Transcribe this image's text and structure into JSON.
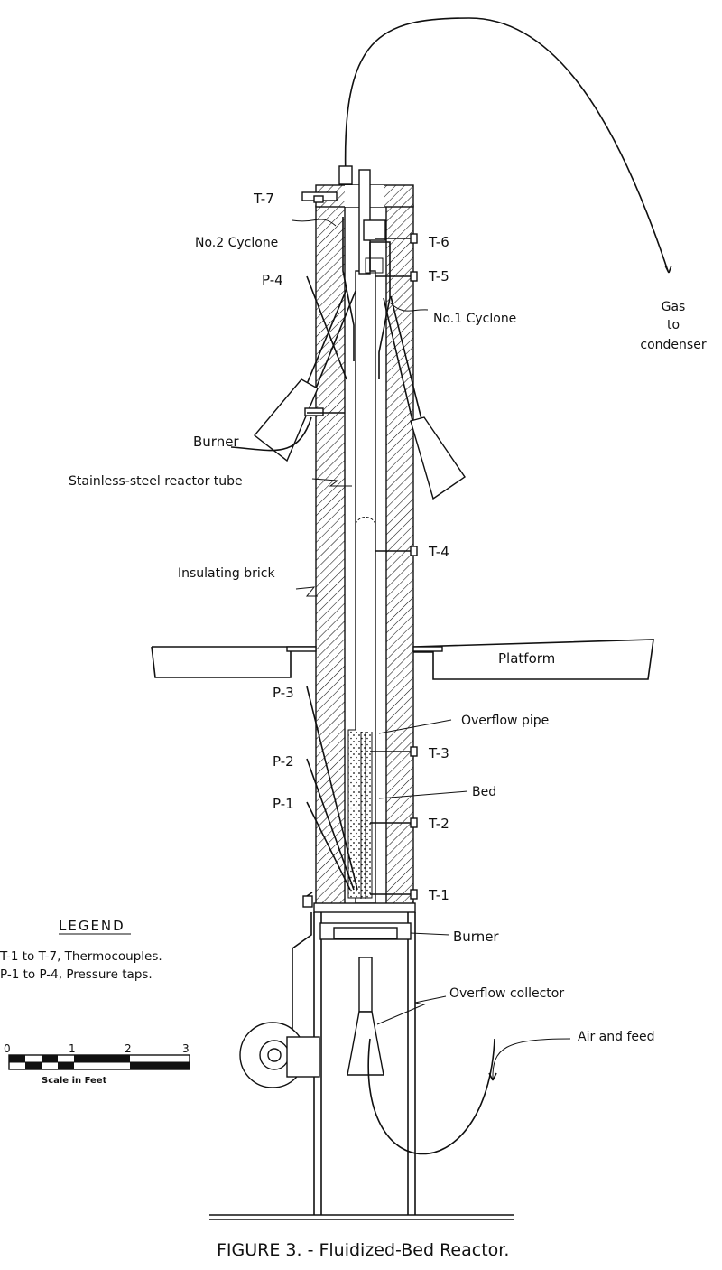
{
  "figure": {
    "caption": "FIGURE 3. - Fluidized-Bed Reactor."
  },
  "labels": {
    "t7": "T-7",
    "no2_cyclone": "No.2 Cyclone",
    "t6": "T-6",
    "t5": "T-5",
    "p4": "P-4",
    "no1_cyclone": "No.1 Cyclone",
    "gas_line1": "Gas",
    "gas_line2": "to",
    "gas_line3": "condenser",
    "burner_top": "Burner",
    "reactor_tube": "Stainless-steel reactor tube",
    "t4": "T-4",
    "insulating_brick": "Insulating brick",
    "platform": "Platform",
    "p3": "P-3",
    "overflow_pipe": "Overflow pipe",
    "p2": "P-2",
    "t3": "T-3",
    "bed": "Bed",
    "p1": "P-1",
    "t2": "T-2",
    "t1": "T-1",
    "burner_bottom": "Burner",
    "overflow_collector": "Overflow collector",
    "air_feed": "Air and feed"
  },
  "legend": {
    "title": "LEGEND",
    "line1": "T-1 to T-7, Thermocouples.",
    "line2": "P-1 to P-4, Pressure taps."
  },
  "scale": {
    "ticks": [
      "0",
      "1",
      "2",
      "3"
    ],
    "caption": "Scale in Feet"
  }
}
